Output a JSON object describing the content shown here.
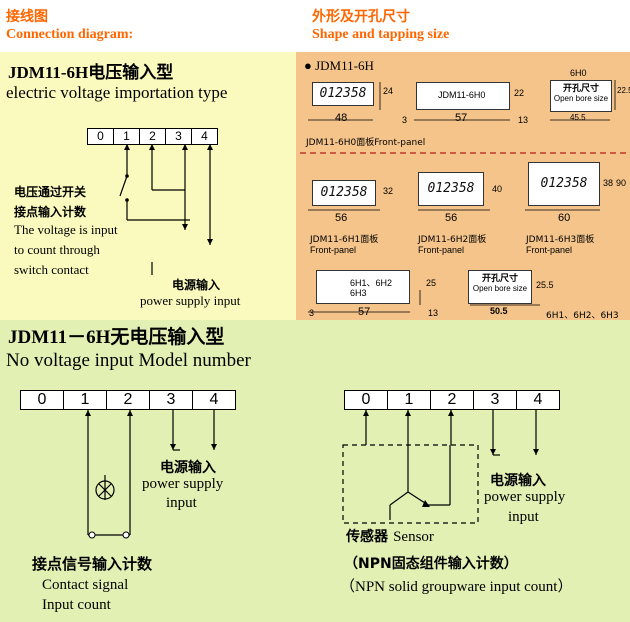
{
  "header": {
    "left_cn": "接线图",
    "left_en": "Connection diagram:",
    "right_cn": "外形及开孔尺寸",
    "right_en": "Shape and tapping size"
  },
  "section1": {
    "title": "JDM11-6H电压输入型",
    "subtitle": "electric voltage importation type",
    "terminals": [
      "0",
      "1",
      "2",
      "3",
      "4"
    ],
    "switch_label_cn_1": "电压通过开关",
    "switch_label_cn_2": "接点输入计数",
    "switch_label_en_1": "The voltage is input",
    "switch_label_en_2": "to count through",
    "switch_label_en_3": "switch contact",
    "power_cn": "电源输入",
    "power_en": "power supply input"
  },
  "shape": {
    "model": "JDM11-6H",
    "display_digits": "012358",
    "h0_front_width": "48",
    "h0_front_height": "24",
    "h0_side_label": "JDM11-6H0",
    "h0_depth_front": "3",
    "h0_depth": "57",
    "h0_depth_rear": "13",
    "h0_side_height": "22",
    "h0_caption": "JDM11-6H0面板Front-panel",
    "cutout_h0_title": "6H0",
    "cutout_cn": "开孔尺寸",
    "cutout_en": "Open bore size",
    "cutout_h0_width": "45.5",
    "cutout_h0_height": "22.5",
    "h1_width": "56",
    "h1_height": "32",
    "h1_caption_1": "JDM11-6H1面板",
    "h1_caption_2": "Front-panel",
    "h2_width": "56",
    "h2_height": "40",
    "h2_caption_1": "JDM11-6H2面板",
    "h2_caption_2": "Front-panel",
    "h3_width": "60",
    "h3_height_inner": "38",
    "h3_height_outer": "90",
    "h3_caption_1": "JDM11-6H3面板",
    "h3_caption_2": "Front-panel",
    "side_label_1": "6H1、6H2",
    "side_label_2": "6H3",
    "side_height": "25",
    "side_front": "3",
    "side_depth": "57",
    "side_rear": "13",
    "cutout2_width": "50.5",
    "cutout2_height": "25.5",
    "cutout2_models": "6H1、6H2、6H3"
  },
  "section2": {
    "title": "JDM11－6H无电压输入型",
    "subtitle": "No voltage input Model number",
    "terminals": [
      "0",
      "1",
      "2",
      "3",
      "4"
    ],
    "power_cn": "电源输入",
    "power_en_1": "power supply",
    "power_en_2": "input",
    "contact_cn": "接点信号输入计数",
    "contact_en_1": "Contact signal",
    "contact_en_2": "Input count",
    "right_terminals": [
      "0",
      "1",
      "2",
      "3",
      "4"
    ],
    "right_power_cn": "电源输入",
    "right_power_en_1": "power supply",
    "right_power_en_2": "input",
    "sensor_cn": "传感器",
    "sensor_en": "Sensor",
    "npn_cn": "（NPN固态组件输入计数）",
    "npn_en": "（NPN solid groupware input count）"
  }
}
